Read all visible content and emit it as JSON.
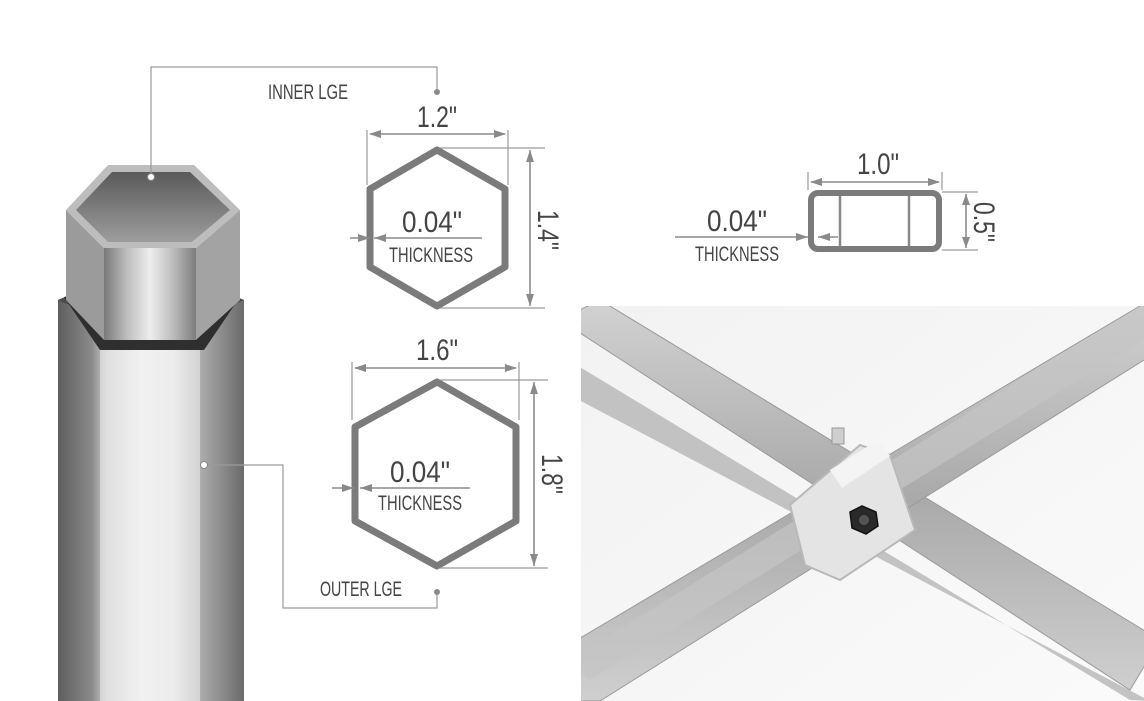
{
  "labels": {
    "inner_lge": "INNER LGE",
    "outer_lge": "OUTER LGE"
  },
  "inner_hex": {
    "width": "1.2\"",
    "height": "1.4\"",
    "thickness_value": "0.04\"",
    "thickness_label": "THICKNESS"
  },
  "outer_hex": {
    "width": "1.6\"",
    "height": "1.8\"",
    "thickness_value": "0.04\"",
    "thickness_label": "THICKNESS"
  },
  "rect_tube": {
    "width": "1.0\"",
    "height": "0.5\"",
    "thickness_value": "0.04\"",
    "thickness_label": "THICKNESS"
  },
  "colors": {
    "profile_stroke": "#7b7b7b",
    "dimension_line": "#8a8a8a",
    "label_text": "#444444",
    "photo_background": "#ffffff",
    "metal_light": "#d9d9d9",
    "metal_dark": "#6e6e6e"
  }
}
